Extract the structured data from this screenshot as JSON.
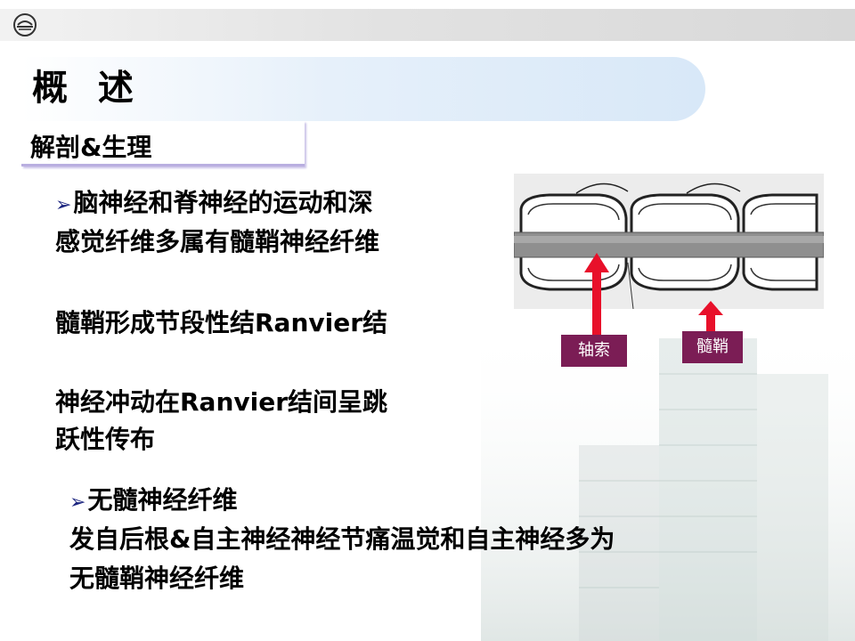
{
  "header": {
    "title": "概 述",
    "subtitle": "解剖&生理"
  },
  "content": {
    "bullet1_line1": "脑神经和脊神经的运动和深",
    "bullet1_line2": "感觉纤维多属有髓鞘神经纤维",
    "para1": "髓鞘形成节段性结Ranvier结",
    "para2_line1": "神经冲动在Ranvier结间呈跳",
    "para2_line2": "跃性传布",
    "bullet2": "无髓神经纤维",
    "para3_line1": "发自后根&自主神经神经节痛温觉和自主神经多为",
    "para3_line2": "无髓鞘神经纤维"
  },
  "figure": {
    "label_axon": "轴索",
    "label_myelin": "髓鞘"
  },
  "colors": {
    "label_bg": "#7b1d55",
    "arrow": "#e8102a",
    "bullet": "#1a237e"
  }
}
